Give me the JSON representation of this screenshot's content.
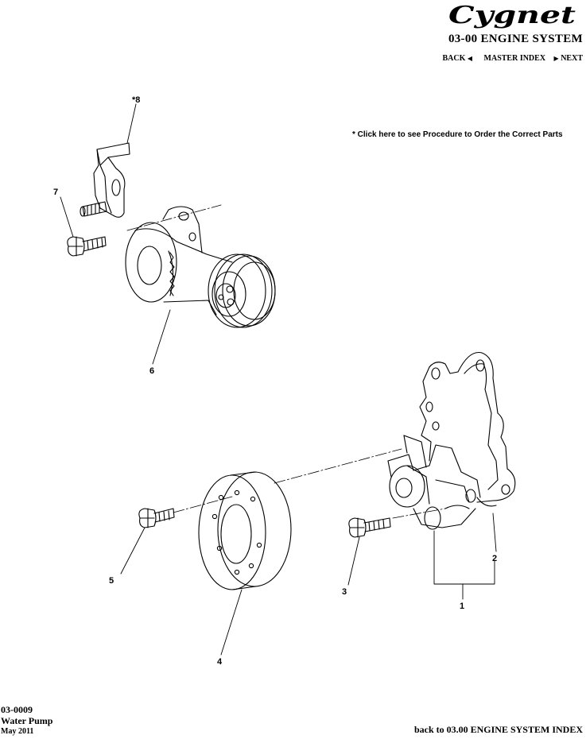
{
  "brand": {
    "logo_text": "Cygnet"
  },
  "header": {
    "section_title": "03-00 ENGINE SYSTEM"
  },
  "nav": {
    "back_label": "BACK",
    "master_index_label": "MASTER INDEX",
    "next_label": "NEXT"
  },
  "order_note": "* Click here to see Procedure to Order the Correct Parts",
  "callouts": {
    "c1": "1",
    "c2": "2",
    "c3": "3",
    "c4": "4",
    "c5": "5",
    "c6": "6",
    "c7": "7",
    "c8": "*8"
  },
  "footer": {
    "diagram_code": "03-0009",
    "diagram_name": "Water Pump",
    "date": "May 2011",
    "back_to_index": "back to 03.00 ENGINE SYSTEM INDEX"
  }
}
